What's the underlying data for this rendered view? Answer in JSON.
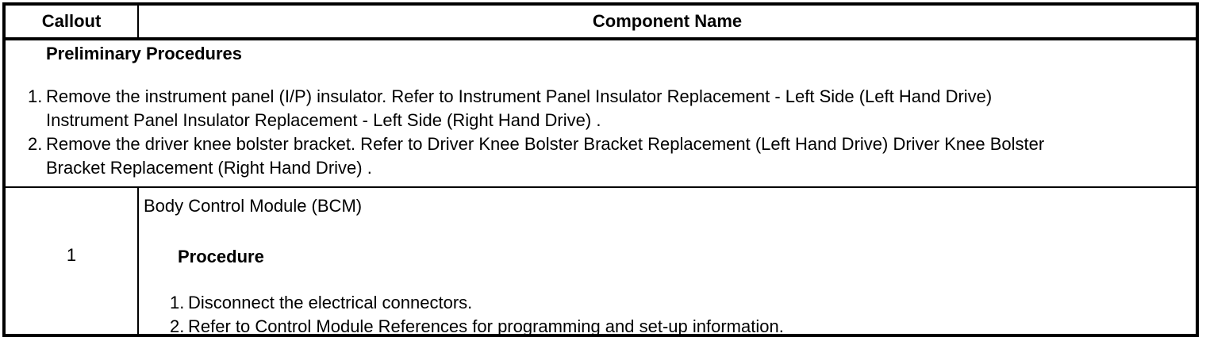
{
  "table": {
    "header": {
      "callout": "Callout",
      "component_name": "Component Name"
    },
    "preliminary": {
      "title": "Preliminary Procedures",
      "steps": [
        {
          "num": "1.",
          "text": "Remove the instrument panel (I/P) insulator. Refer to Instrument Panel Insulator Replacement - Left Side (Left Hand Drive)\nInstrument Panel Insulator Replacement - Left Side (Right Hand Drive) ."
        },
        {
          "num": "2.",
          "text": "Remove the driver knee bolster bracket. Refer to Driver Knee Bolster Bracket Replacement (Left Hand Drive) Driver Knee Bolster\nBracket Replacement (Right Hand Drive) ."
        }
      ]
    },
    "rows": [
      {
        "callout": "1",
        "component_name": "Body Control Module (BCM)",
        "procedure_title": "Procedure",
        "steps": [
          {
            "num": "1.",
            "text": "Disconnect the electrical connectors."
          },
          {
            "num": "2.",
            "text": "Refer to Control Module References for programming and set-up information."
          }
        ]
      }
    ]
  },
  "colors": {
    "border": "#000000",
    "text": "#000000",
    "background": "#ffffff"
  }
}
